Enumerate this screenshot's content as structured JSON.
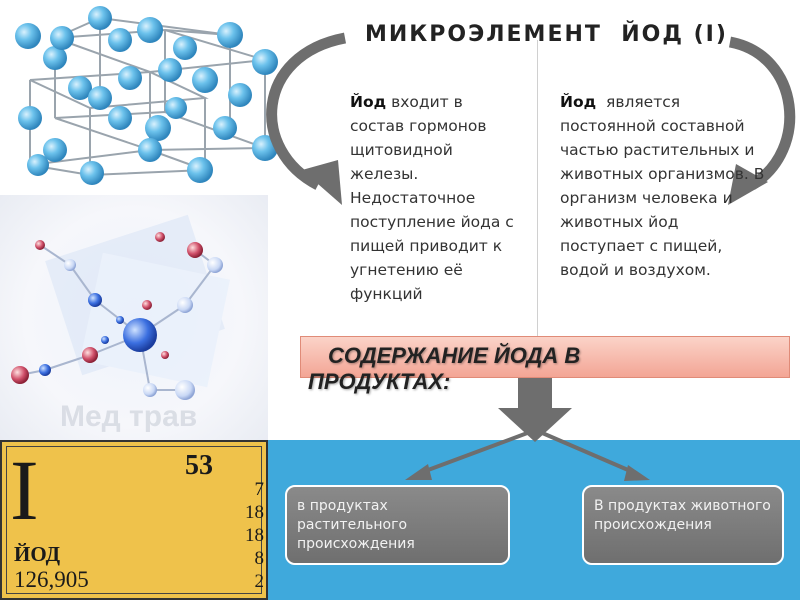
{
  "title": "МИКРОЭЛЕМЕНТ  ЙОД (I)",
  "left_column": {
    "bold": "Йод",
    "text": " входит в состав гормонов щитовидной железы. Недостаточное поступление йода с пищей приводит к угнетению её функций"
  },
  "right_column": {
    "bold": "Йод",
    "text": "  является постоянной составной частью растительных и животных организмов. В организм человека и животных йод поступает с пищей, водой и воздухом."
  },
  "banner": "СОДЕРЖАНИЕ ЙОДА В ПРОДУКТАХ:",
  "boxes": {
    "plant": "в продуктах растительного происхождения",
    "animal": "В продуктах животного происхождения"
  },
  "element": {
    "symbol": "I",
    "number": "53",
    "name": "ЙОД",
    "mass": "126,905",
    "shells": [
      "7",
      "18",
      "18",
      "8",
      "2"
    ]
  },
  "watermark": "Мед трав",
  "colors": {
    "arrow": "#6e6e6e",
    "banner": "#f7b3a4",
    "blue_panel": "#3fa9dc",
    "element_card": "#efc24b",
    "box": "#7d7d7d",
    "atom": "#5fb8e6"
  },
  "icons": {
    "crystal": "crystal-lattice-icon",
    "molecule": "molecule-icon"
  }
}
